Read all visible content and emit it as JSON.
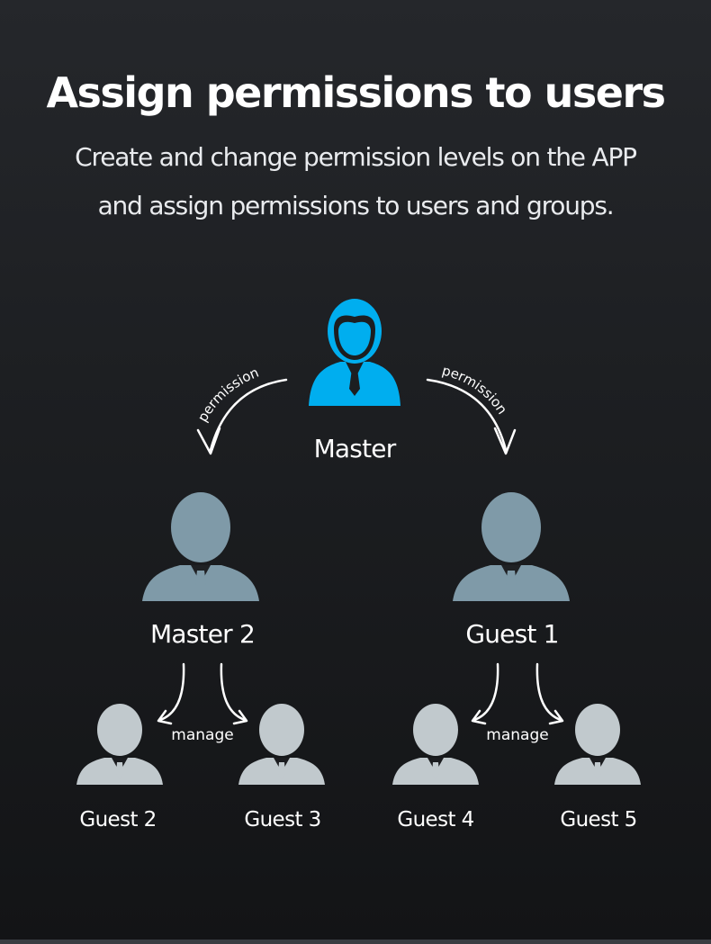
{
  "header": {
    "title": "Assign permissions to users",
    "subtitle_line1": "Create and change permission levels on the APP",
    "subtitle_line2": "and assign permissions to users and groups."
  },
  "colors": {
    "master": "#00aeef",
    "tier2": "#7f9aa8",
    "guest": "#c1c9cd"
  },
  "nodes": {
    "master": {
      "label": "Master"
    },
    "master2": {
      "label": "Master 2"
    },
    "guest1": {
      "label": "Guest 1"
    },
    "guest2": {
      "label": "Guest 2"
    },
    "guest3": {
      "label": "Guest 3"
    },
    "guest4": {
      "label": "Guest 4"
    },
    "guest5": {
      "label": "Guest 5"
    }
  },
  "edges": {
    "permission_left": "permission",
    "permission_right": "permission",
    "manage_left": "manage",
    "manage_right": "manage"
  }
}
